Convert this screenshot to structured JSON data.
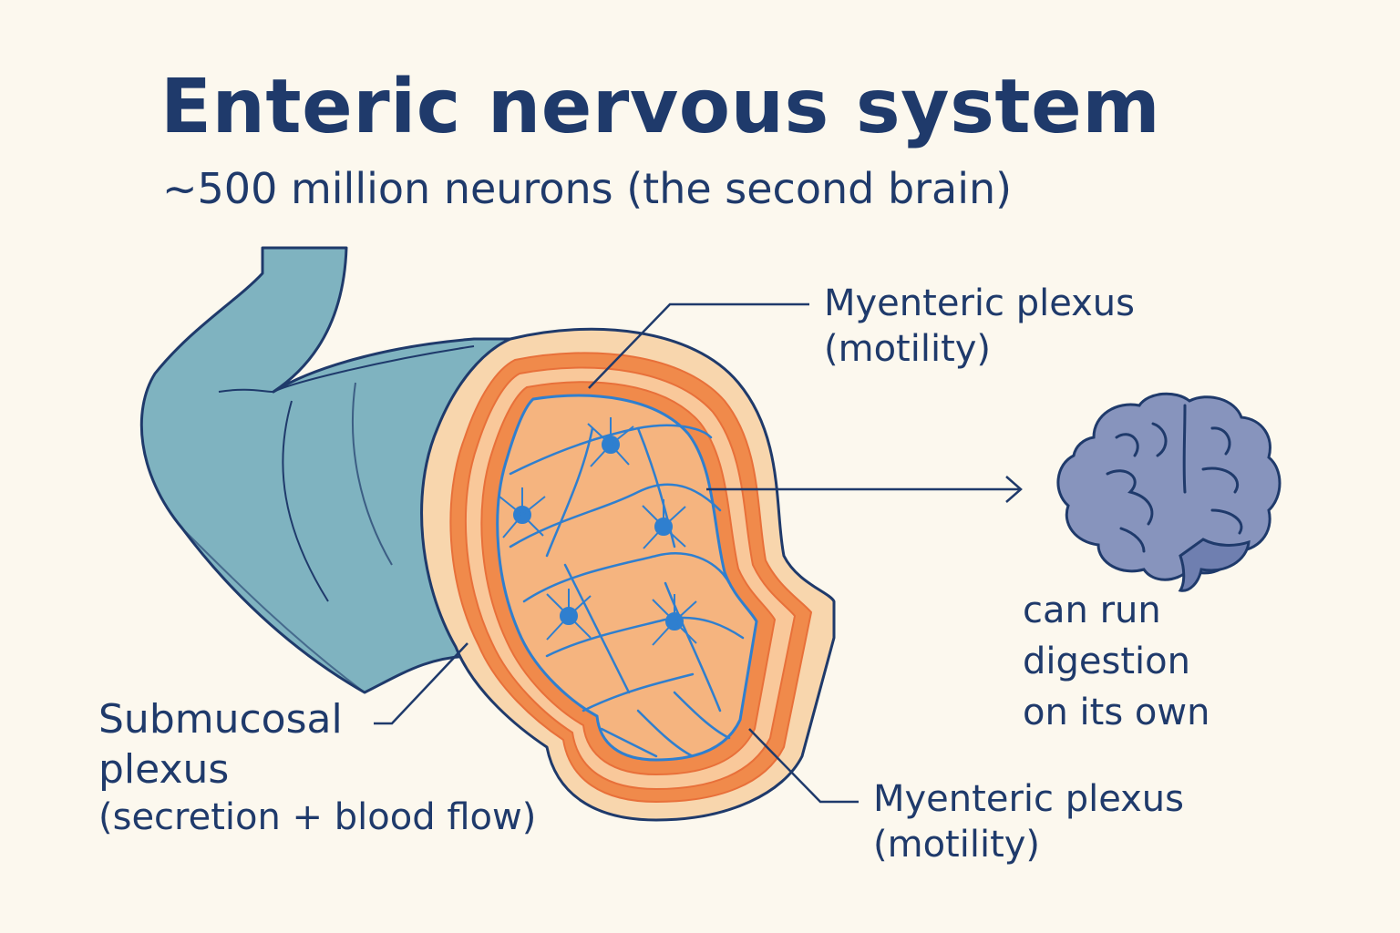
{
  "title": "Enteric nervous system",
  "subtitle": "~500 million neurons (the second brain)",
  "labels": {
    "myenteric_top": {
      "name": "Myenteric plexus",
      "role": "(motility)"
    },
    "myenteric_bottom": {
      "name": "Myenteric plexus",
      "role": "(motility)"
    },
    "submucosal": {
      "name_line1": "Submucosal",
      "name_line2": "plexus",
      "role": "(secretion + blood flow)"
    }
  },
  "note": {
    "line1": "can run",
    "line2": "digestion",
    "line3": "on its own"
  },
  "icons": {
    "brain": "brain-icon",
    "gut": "intestine-cross-section"
  },
  "colors": {
    "text": "#1f3a6b",
    "gut_wall": "#7fb3c0",
    "muscle_layer": "#f08a4b",
    "mucosa": "#f5b47f",
    "nerve": "#2f7fcf",
    "brain": "#8794bd",
    "background": "#fcf8ee"
  }
}
